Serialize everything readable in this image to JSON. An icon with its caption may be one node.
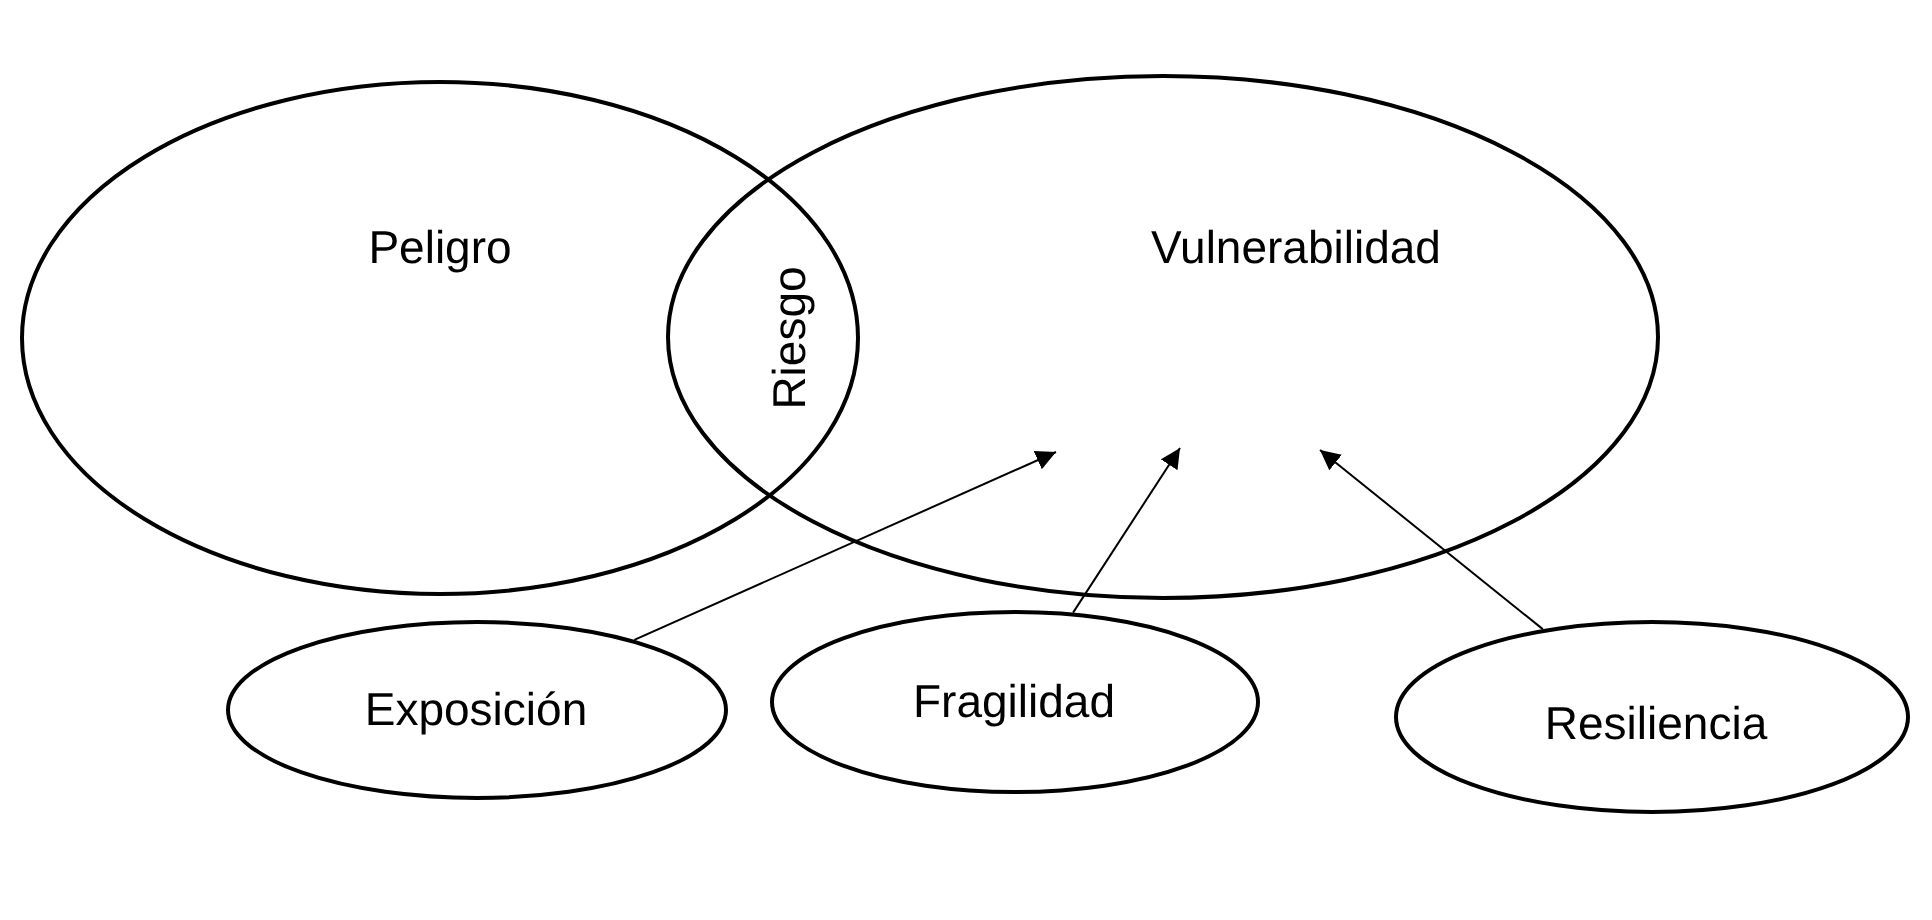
{
  "diagram": {
    "nodes": [
      {
        "text": [
          "Peligro"
        ]
      },
      {
        "text": [
          "Vulnerabilidad"
        ]
      },
      {
        "text": [
          "Exposición"
        ]
      },
      {
        "text": [
          "Fragilidad"
        ]
      },
      {
        "text": [
          "Resiliencia"
        ]
      }
    ],
    "edges": [
      {
        "from": 2,
        "to": 1,
        "arrow": "to"
      },
      {
        "from": 3,
        "to": 1,
        "arrow": "to"
      },
      {
        "from": 4,
        "to": 1,
        "arrow": "to"
      }
    ],
    "labels": [
      "Riesgo"
    ]
  }
}
